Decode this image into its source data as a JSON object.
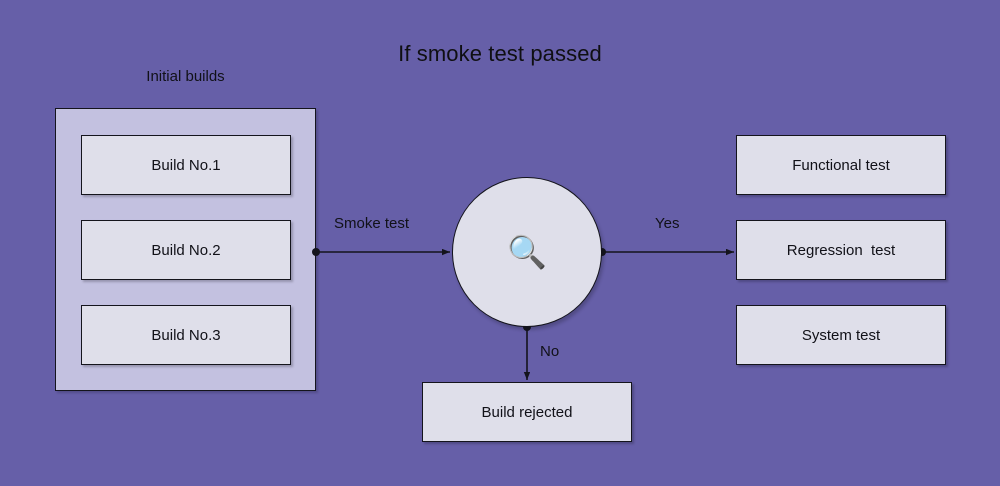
{
  "diagram": {
    "title": "If smoke test passed",
    "background_color": "#665FA8",
    "node_fill_color": "#DFDFEA",
    "group_fill_color": "#C3C1E0",
    "border_color": "#14141c"
  },
  "group": {
    "label": "Initial builds",
    "items": [
      {
        "label": "Build No.1"
      },
      {
        "label": "Build No.2"
      },
      {
        "label": "Build No.3"
      }
    ]
  },
  "decision": {
    "icon": "magnifier-icon",
    "glyph": "🔍"
  },
  "edges": [
    {
      "label": "Smoke test"
    },
    {
      "label": "Yes"
    },
    {
      "label": "No"
    }
  ],
  "outcomes": {
    "passed": [
      {
        "label": "Functional test"
      },
      {
        "label": "Regression  test"
      },
      {
        "label": "System test"
      }
    ],
    "failed": {
      "label": "Build rejected"
    }
  }
}
